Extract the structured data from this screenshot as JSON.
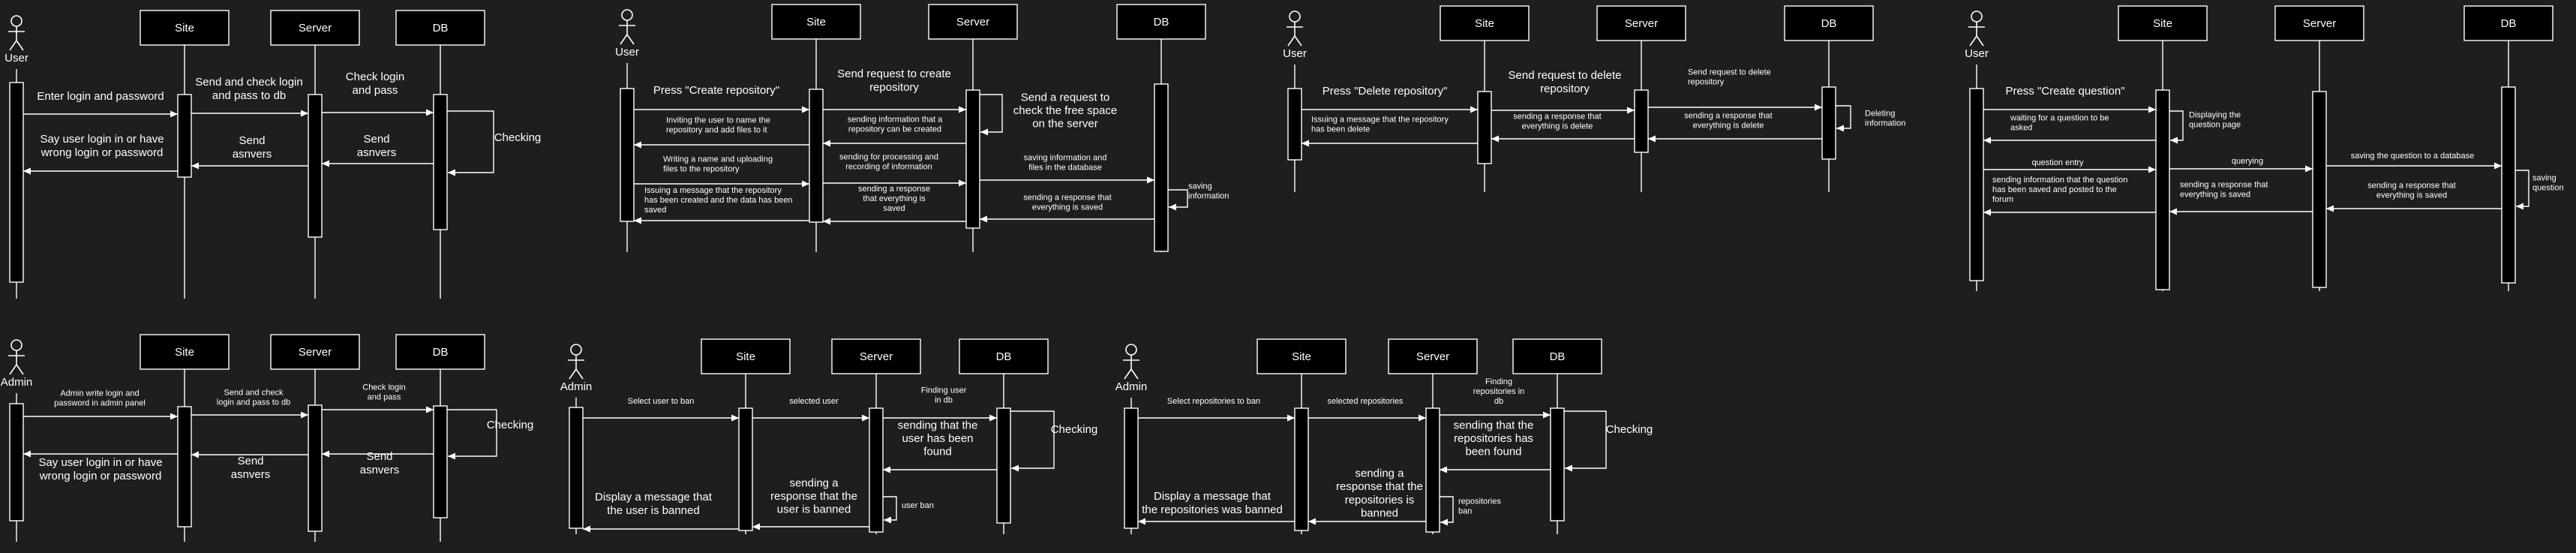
{
  "diagrams": [
    {
      "id": "login",
      "participants": [
        "User",
        "Site",
        "Server",
        "DB"
      ],
      "messages": [
        {
          "from": "User",
          "to": "Site",
          "text": "Enter login and password",
          "kind": "call"
        },
        {
          "from": "Site",
          "to": "Server",
          "text": "Send and check login and pass to db",
          "kind": "call"
        },
        {
          "from": "Server",
          "to": "DB",
          "text": "Check login and pass",
          "kind": "call"
        },
        {
          "from": "DB",
          "to": "DB",
          "text": "Checking",
          "kind": "self"
        },
        {
          "from": "DB",
          "to": "Server",
          "text": "Send asnvers",
          "kind": "return"
        },
        {
          "from": "Server",
          "to": "Site",
          "text": "Send asnvers",
          "kind": "return"
        },
        {
          "from": "Site",
          "to": "User",
          "text": "Say user login in or have wrong login or password",
          "kind": "return"
        }
      ]
    },
    {
      "id": "create-repository",
      "participants": [
        "User",
        "Site",
        "Server",
        "DB"
      ],
      "messages": [
        {
          "from": "User",
          "to": "Site",
          "text": "Press \"Create repository\"",
          "kind": "call"
        },
        {
          "from": "Site",
          "to": "Server",
          "text": "Send request to create repository",
          "kind": "call"
        },
        {
          "from": "Server",
          "to": "Server",
          "text": "Send a request to check the free space on the server",
          "kind": "self"
        },
        {
          "from": "Site",
          "to": "User",
          "text": "Inviting the user to name the repository and add files to it",
          "kind": "return"
        },
        {
          "from": "Server",
          "to": "Site",
          "text": "sending information that a repository can be created",
          "kind": "return"
        },
        {
          "from": "User",
          "to": "Site",
          "text": "Writing a name and uploading files to the repository",
          "kind": "call"
        },
        {
          "from": "Site",
          "to": "Server",
          "text": "sending for processing and recording of information",
          "kind": "call"
        },
        {
          "from": "Server",
          "to": "DB",
          "text": "saving information and files in the database",
          "kind": "call"
        },
        {
          "from": "DB",
          "to": "DB",
          "text": "saving information",
          "kind": "self"
        },
        {
          "from": "DB",
          "to": "Server",
          "text": "sending a response that everything is saved",
          "kind": "return"
        },
        {
          "from": "Server",
          "to": "Site",
          "text": "sending a response that everything is saved",
          "kind": "return"
        },
        {
          "from": "Site",
          "to": "User",
          "text": "Issuing a message that the repository has been created and the data has been saved",
          "kind": "return"
        }
      ]
    },
    {
      "id": "delete-repository",
      "participants": [
        "User",
        "Site",
        "Server",
        "DB"
      ],
      "messages": [
        {
          "from": "User",
          "to": "Site",
          "text": "Press \"Delete repository\"",
          "kind": "call"
        },
        {
          "from": "Site",
          "to": "Server",
          "text": "Send request to delete repository",
          "kind": "call"
        },
        {
          "from": "Server",
          "to": "DB",
          "text": "Send request to delete repository",
          "kind": "call"
        },
        {
          "from": "DB",
          "to": "DB",
          "text": "Deleting information",
          "kind": "self"
        },
        {
          "from": "DB",
          "to": "Server",
          "text": "sending a response that everything is delete",
          "kind": "return"
        },
        {
          "from": "Server",
          "to": "Site",
          "text": "sending a response that everything is delete",
          "kind": "return"
        },
        {
          "from": "Site",
          "to": "User",
          "text": "Issuing a message that the repository has been delete",
          "kind": "return"
        }
      ]
    },
    {
      "id": "create-question",
      "participants": [
        "User",
        "Site",
        "Server",
        "DB"
      ],
      "messages": [
        {
          "from": "User",
          "to": "Site",
          "text": "Press \"Create question\"",
          "kind": "call"
        },
        {
          "from": "Site",
          "to": "Site",
          "text": "Displaying the question page",
          "kind": "self"
        },
        {
          "from": "Site",
          "to": "User",
          "text": "waiting for a question to be asked",
          "kind": "return"
        },
        {
          "from": "User",
          "to": "Site",
          "text": "question entry",
          "kind": "call"
        },
        {
          "from": "Site",
          "to": "Server",
          "text": "querying",
          "kind": "call"
        },
        {
          "from": "Server",
          "to": "DB",
          "text": "saving the question to a database",
          "kind": "call"
        },
        {
          "from": "DB",
          "to": "DB",
          "text": "saving question",
          "kind": "self"
        },
        {
          "from": "DB",
          "to": "Server",
          "text": "sending a response that everything is saved",
          "kind": "return"
        },
        {
          "from": "Server",
          "to": "Site",
          "text": "sending a response that everything is saved",
          "kind": "return"
        },
        {
          "from": "Site",
          "to": "User",
          "text": "sending information that the question has been saved and posted to the forum",
          "kind": "return"
        }
      ]
    },
    {
      "id": "admin-login",
      "participants": [
        "Admin",
        "Site",
        "Server",
        "DB"
      ],
      "messages": [
        {
          "from": "Admin",
          "to": "Site",
          "text": "Admin write login and password in admin panel",
          "kind": "call"
        },
        {
          "from": "Site",
          "to": "Server",
          "text": "Send and check login and pass to db",
          "kind": "call"
        },
        {
          "from": "Server",
          "to": "DB",
          "text": "Check login and pass",
          "kind": "call"
        },
        {
          "from": "DB",
          "to": "DB",
          "text": "Checking",
          "kind": "self"
        },
        {
          "from": "DB",
          "to": "Server",
          "text": "Send asnvers",
          "kind": "return"
        },
        {
          "from": "Server",
          "to": "Site",
          "text": "Send asnvers",
          "kind": "return"
        },
        {
          "from": "Site",
          "to": "Admin",
          "text": "Say user login in or have wrong login or password",
          "kind": "return"
        }
      ]
    },
    {
      "id": "ban-user",
      "participants": [
        "Admin",
        "Site",
        "Server",
        "DB"
      ],
      "messages": [
        {
          "from": "Admin",
          "to": "Site",
          "text": "Select user to ban",
          "kind": "call"
        },
        {
          "from": "Site",
          "to": "Server",
          "text": "selected user",
          "kind": "call"
        },
        {
          "from": "Server",
          "to": "DB",
          "text": "Finding user in db",
          "kind": "call"
        },
        {
          "from": "DB",
          "to": "DB",
          "text": "Checking",
          "kind": "self"
        },
        {
          "from": "DB",
          "to": "Server",
          "text": "sending that the user has been found",
          "kind": "return"
        },
        {
          "from": "Server",
          "to": "Server",
          "text": "user ban",
          "kind": "self"
        },
        {
          "from": "Server",
          "to": "Site",
          "text": "sending a response that the user is banned",
          "kind": "return"
        },
        {
          "from": "Site",
          "to": "Admin",
          "text": "Display a message that the user is banned",
          "kind": "return"
        }
      ]
    },
    {
      "id": "ban-repositories",
      "participants": [
        "Admin",
        "Site",
        "Server",
        "DB"
      ],
      "messages": [
        {
          "from": "Admin",
          "to": "Site",
          "text": "Select repositories to ban",
          "kind": "call"
        },
        {
          "from": "Site",
          "to": "Server",
          "text": "selected repositories",
          "kind": "call"
        },
        {
          "from": "Server",
          "to": "DB",
          "text": "Finding repositories in db",
          "kind": "call"
        },
        {
          "from": "DB",
          "to": "DB",
          "text": "Checking",
          "kind": "self"
        },
        {
          "from": "DB",
          "to": "Server",
          "text": "sending that the repositories has been found",
          "kind": "return"
        },
        {
          "from": "Server",
          "to": "Server",
          "text": "repositories ban",
          "kind": "self"
        },
        {
          "from": "Server",
          "to": "Site",
          "text": "sending a response that the repositories is banned",
          "kind": "return"
        },
        {
          "from": "Site",
          "to": "Admin",
          "text": "Display a message that the repositories was banned",
          "kind": "return"
        }
      ]
    }
  ]
}
